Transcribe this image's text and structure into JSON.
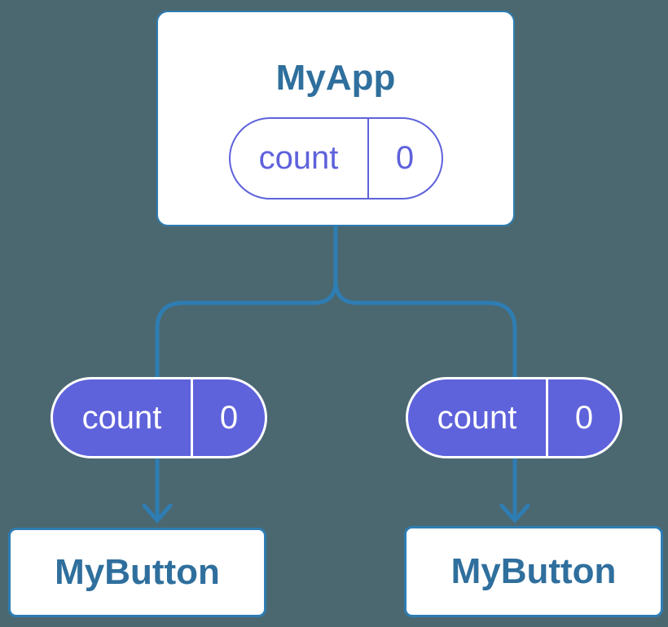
{
  "colors": {
    "background": "#4B6871",
    "connector": "#2E7DB3",
    "node_border": "#2E7DB3",
    "node_background": "#FFFFFF",
    "node_text": "#2F6F9D",
    "state_purple": "#5E62DB",
    "pill_text_on_purple": "#FFFFFF"
  },
  "diagram": {
    "root": {
      "title": "MyApp",
      "state_pill": {
        "name": "count",
        "value": "0"
      }
    },
    "children": [
      {
        "title": "MyButton",
        "prop_pill": {
          "name": "count",
          "value": "0"
        }
      },
      {
        "title": "MyButton",
        "prop_pill": {
          "name": "count",
          "value": "0"
        }
      }
    ]
  }
}
